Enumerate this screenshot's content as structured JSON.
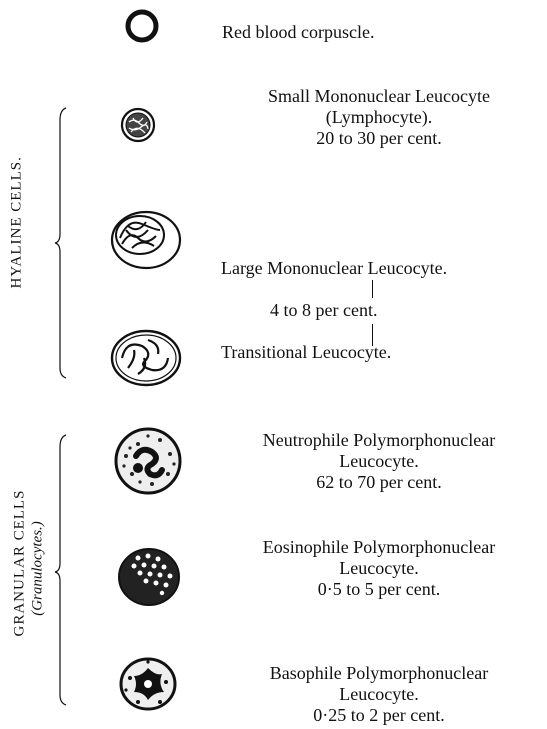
{
  "groups": {
    "hyaline": {
      "title": "HYALINE CELLS."
    },
    "granular": {
      "title": "GRANULAR CELLS",
      "subtitle": "(Granulocytes.)"
    }
  },
  "cells": {
    "red": {
      "line1": "Red blood corpuscle."
    },
    "small_mono": {
      "line1": "Small Mononuclear Leucocyte",
      "line2": "(Lymphocyte).",
      "line3": "20 to 30 per cent."
    },
    "large_mono": {
      "line1": "Large Mononuclear Leucocyte."
    },
    "shared_pct": {
      "line1": "4 to 8 per cent."
    },
    "transitional": {
      "line1": "Transitional Leucocyte."
    },
    "neutrophile": {
      "line1": "Neutrophile Polymorphonuclear",
      "line2": "Leucocyte.",
      "line3": "62 to 70 per cent."
    },
    "eosinophile": {
      "line1": "Eosinophile Polymorphonuclear",
      "line2": "Leucocyte.",
      "line3": "0·5 to 5 per cent."
    },
    "basophile": {
      "line1": "Basophile Polymorphonuclear",
      "line2": "Leucocyte.",
      "line3": "0·25 to 2 per cent."
    }
  }
}
